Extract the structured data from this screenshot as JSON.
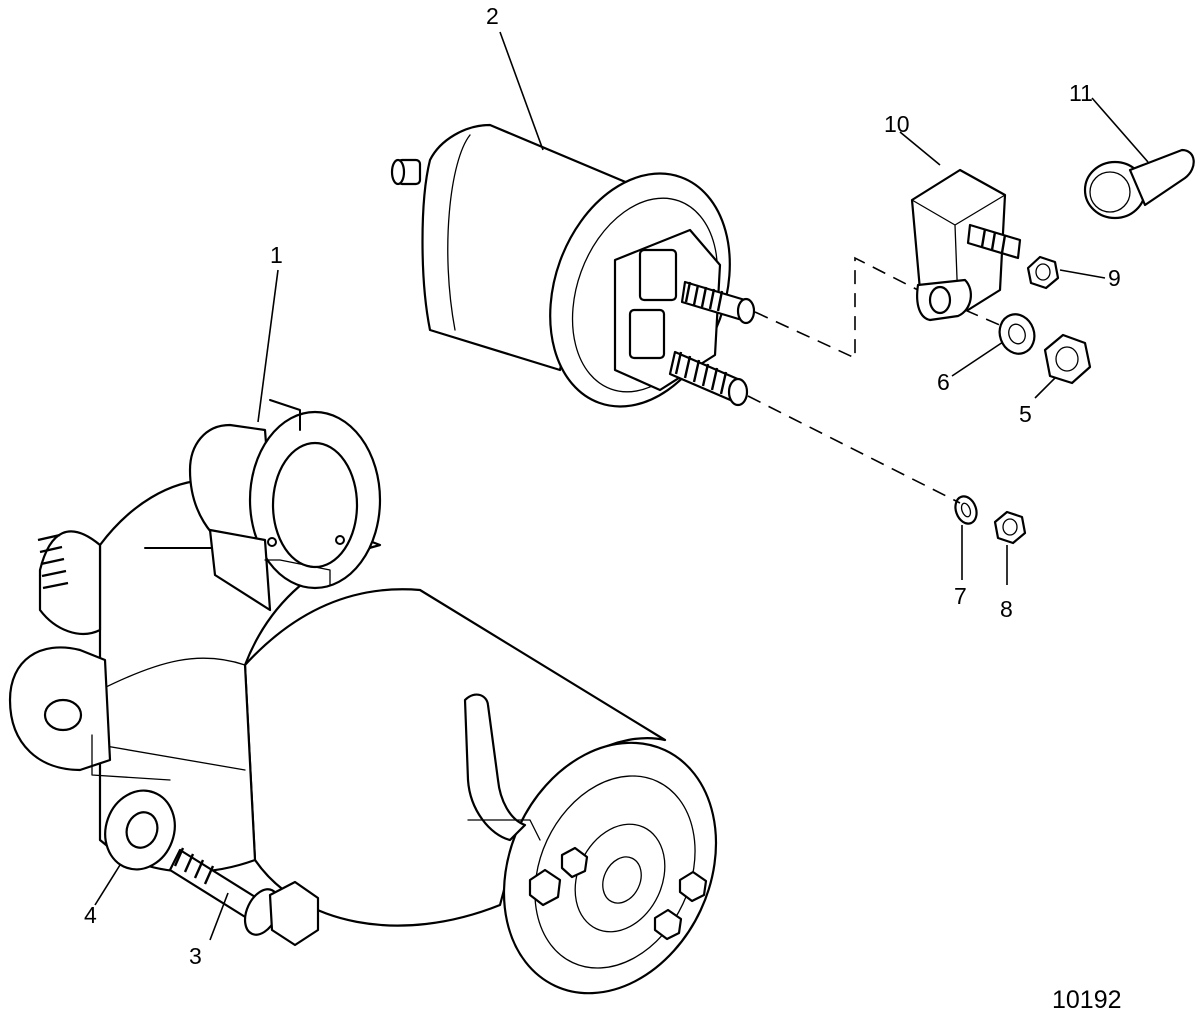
{
  "figure_number": "10192",
  "callouts": [
    {
      "id": "1",
      "label": "1"
    },
    {
      "id": "2",
      "label": "2"
    },
    {
      "id": "3",
      "label": "3"
    },
    {
      "id": "4",
      "label": "4"
    },
    {
      "id": "5",
      "label": "5"
    },
    {
      "id": "6",
      "label": "6"
    },
    {
      "id": "7",
      "label": "7"
    },
    {
      "id": "8",
      "label": "8"
    },
    {
      "id": "9",
      "label": "9"
    },
    {
      "id": "10",
      "label": "10"
    },
    {
      "id": "11",
      "label": "11"
    }
  ]
}
